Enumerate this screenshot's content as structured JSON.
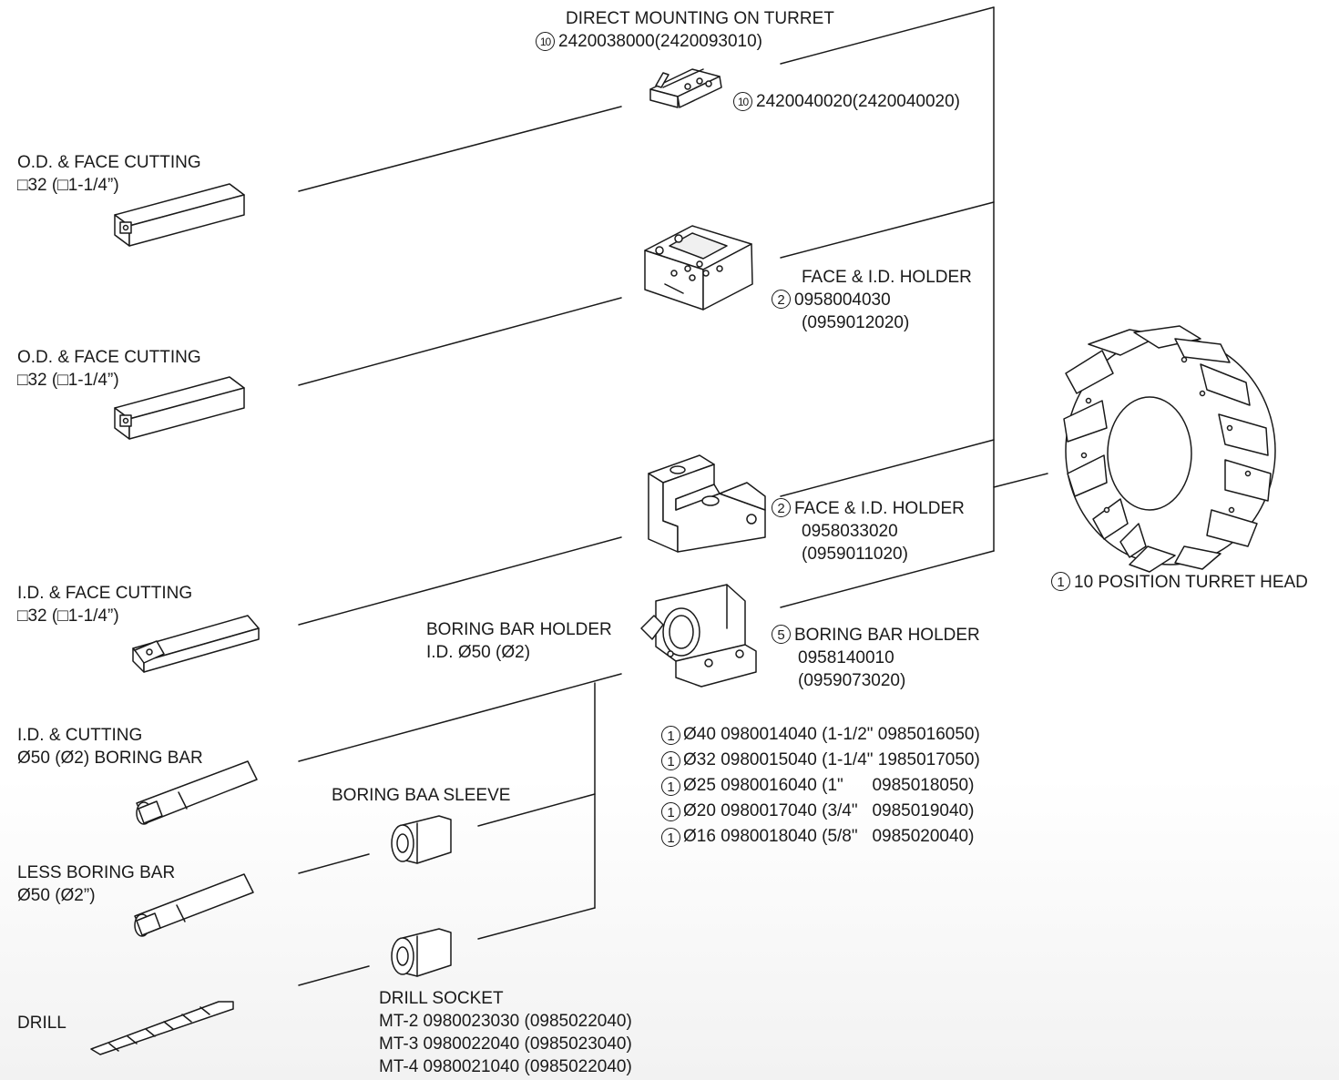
{
  "turret": {
    "title_num": "1",
    "title": "10 POSITION TURRET HEAD"
  },
  "direct_mount": {
    "title": "DIRECT MOUNTING ON TURRET",
    "num": "10",
    "part": "2420038000(2420093010)",
    "wedge_num": "10",
    "wedge_part": "2420040020(2420040020)"
  },
  "face_holder_1": {
    "num": "2",
    "title": "FACE & I.D. HOLDER",
    "part": "0958004030",
    "alt": "(0959012020)"
  },
  "face_holder_2": {
    "num": "2",
    "title": "FACE & I.D. HOLDER",
    "part": "0958033020",
    "alt": "(0959011020)"
  },
  "boring_holder_right": {
    "num": "5",
    "title": "BORING BAR HOLDER",
    "part": "0958140010",
    "alt": "(0959073020)"
  },
  "boring_holder_left": {
    "line1": "BORING BAR HOLDER",
    "line2": "I.D. Ø50 (Ø2)"
  },
  "sleeves": [
    {
      "num": "1",
      "text": "Ø40 0980014040 (1-1/2\" 0985016050)"
    },
    {
      "num": "1",
      "text": "Ø32 0980015040 (1-1/4\" 1985017050)"
    },
    {
      "num": "1",
      "text": "Ø25 0980016040 (1\"      0985018050)"
    },
    {
      "num": "1",
      "text": "Ø20 0980017040 (3/4\"   0985019040)"
    },
    {
      "num": "1",
      "text": "Ø16 0980018040 (5/8\"   0985020040)"
    }
  ],
  "tools": {
    "od1": {
      "line1": "O.D. & FACE CUTTING",
      "line2": "□32 (□1-1/4”)"
    },
    "od2": {
      "line1": "O.D. & FACE CUTTING",
      "line2": "□32 (□1-1/4”)"
    },
    "id1": {
      "line1": "I.D. & FACE CUTTING",
      "line2": "□32 (□1-1/4”)"
    },
    "id2": {
      "line1": "I.D. & CUTTING",
      "line2": "Ø50 (Ø2) BORING BAR"
    },
    "less": {
      "line1": "LESS BORING BAR",
      "line2": "Ø50 (Ø2”)"
    },
    "drill": {
      "line1": "DRILL"
    }
  },
  "sleeve_label": "BORING BAA SLEEVE",
  "drill_socket": {
    "title": "DRILL SOCKET",
    "rows": [
      "MT-2 0980023030 (0985022040)",
      "MT-3 0980022040 (0985023040)",
      "MT-4 0980021040 (0985022040)"
    ]
  }
}
